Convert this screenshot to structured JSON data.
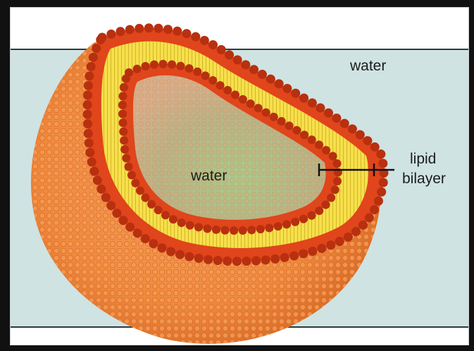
{
  "labels": {
    "water_outer": "water",
    "water_inner": "water",
    "lipid": "lipid",
    "bilayer": "bilayer"
  },
  "colors": {
    "water": "#cfe3e3",
    "lipid_head": "#e0451c",
    "lipid_tail": "#f6e04a",
    "outer_surface": "#f08a3c",
    "inner_cavity": "#9fbf8a"
  }
}
